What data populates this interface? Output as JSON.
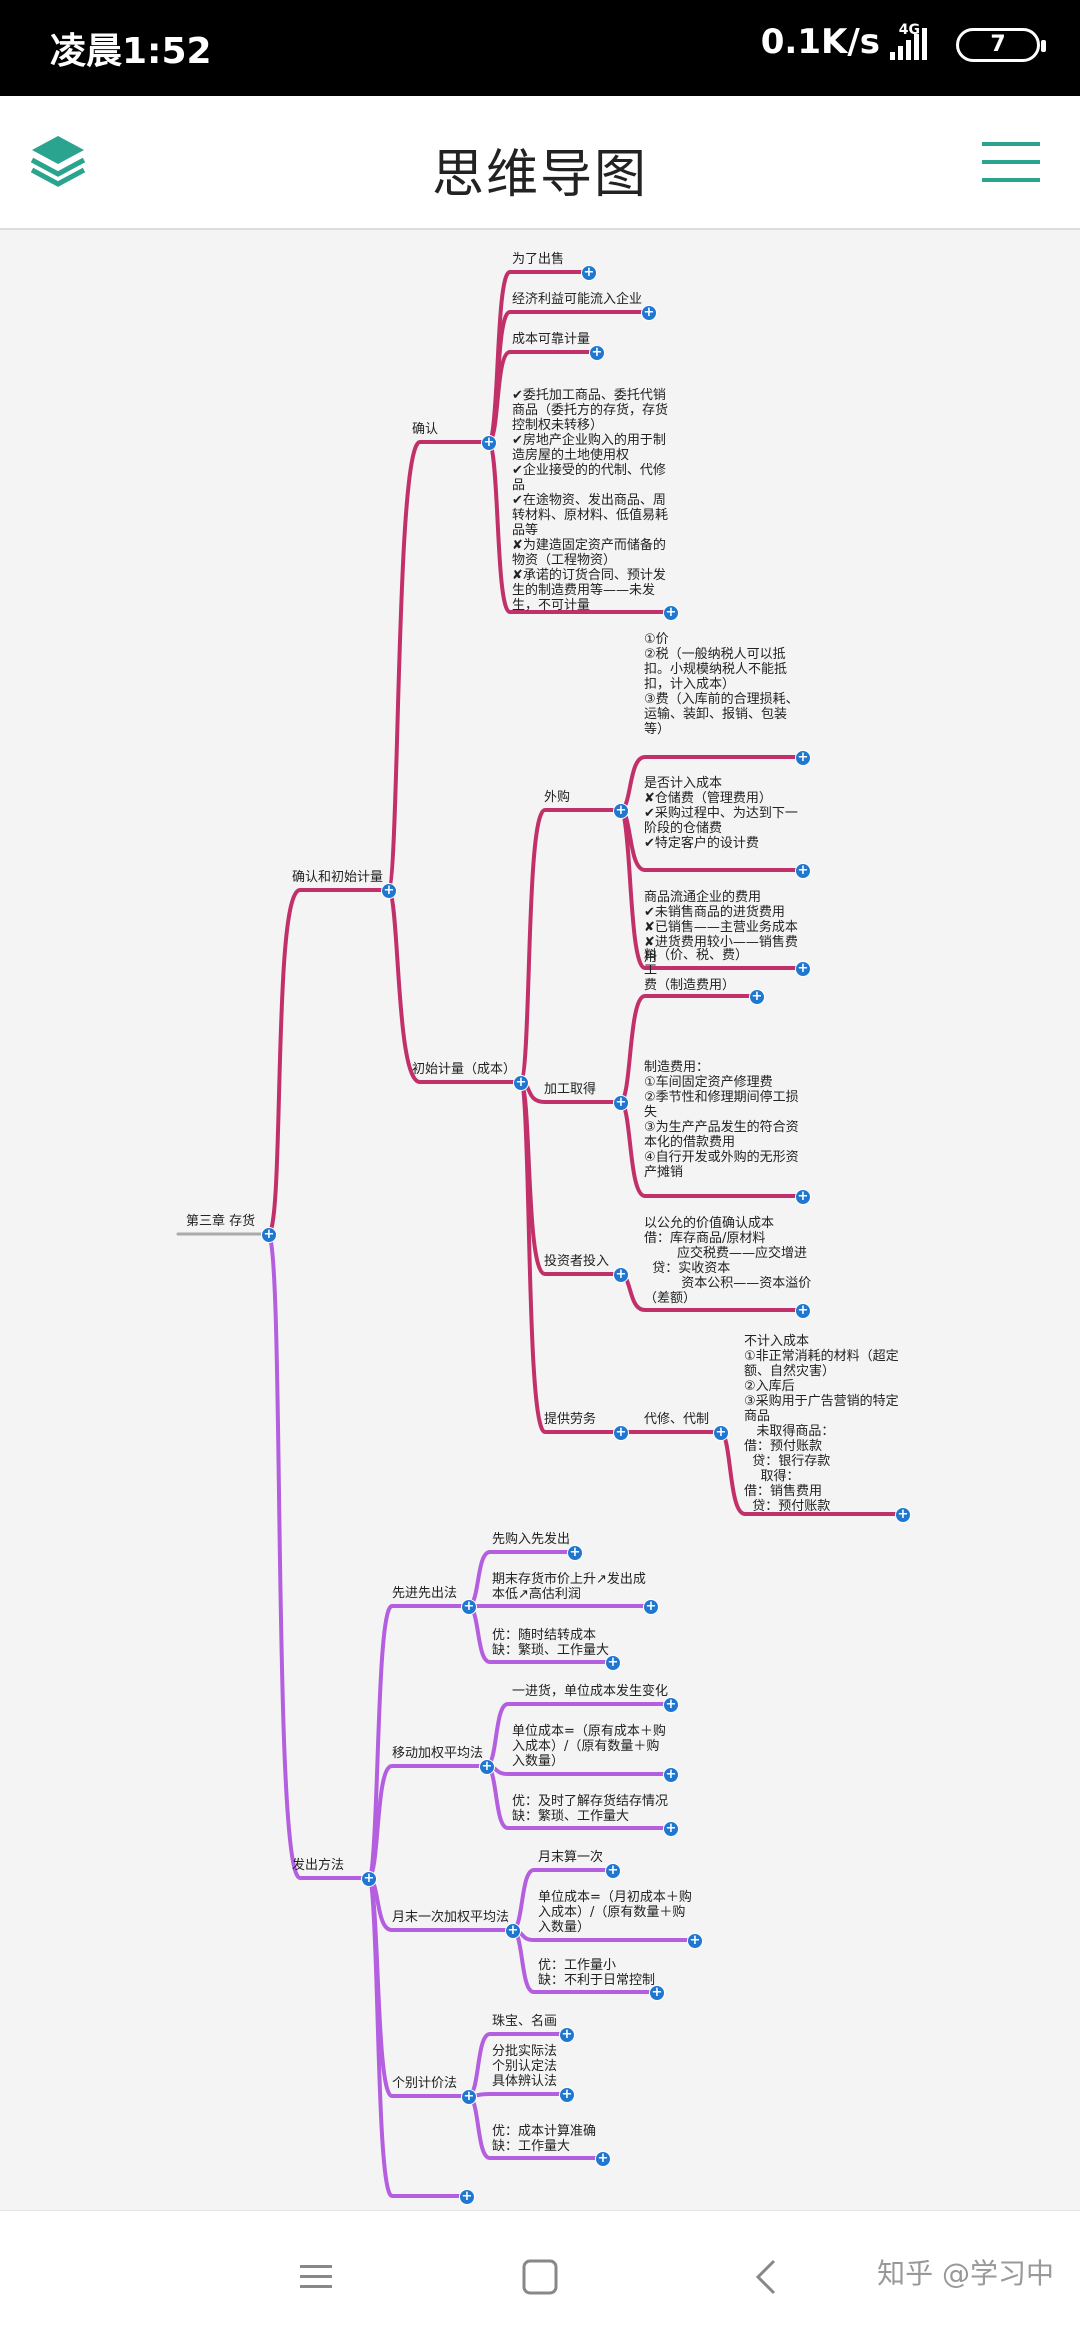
{
  "status_bar": {
    "time": "凌晨1:52",
    "network_speed": "0.1K/s",
    "network_type": "4G",
    "battery": "7"
  },
  "app_bar": {
    "title": "思维导图",
    "menu_icon": "hamburger-menu-icon",
    "logo_icon": "layers-icon"
  },
  "colors": {
    "branch_top": "#c2306a",
    "branch_bottom": "#b45ee0",
    "plus_button": "#1f77d0"
  },
  "mindmap": {
    "root": "第三章 存货",
    "recognize_measure": "确认和初始计量",
    "recognize": "确认",
    "r_sale": "为了出售",
    "r_econ": "经济利益可能流入企业",
    "r_cost": "成本可靠计量",
    "r_detail": "✔委托加工商品、委托代销\n商品（委托方的存货，存货\n控制权未转移）\n✔房地产企业购入的用于制\n造房屋的土地使用权\n✔企业接受的的代制、代修\n品\n✔在途物资、发出商品、周\n转材料、原材料、低值易耗\n品等\n✘为建造固定资产而储备的\n物资（工程物资）\n✘承诺的订货合同、预计发\n生的制造费用等——未发\n生，不可计量",
    "initial": "初始计量（成本）",
    "purchase": "外购",
    "p_price": "①价\n②税（一般纳税人可以抵\n扣。小规模纳税人不能抵\n扣，计入成本）\n③费（入库前的合理损耗、\n运输、装卸、报销、包装\n等）",
    "p_storage": "是否计入成本\n✘仓储费（管理费用）\n✔采购过程中、为达到下一\n阶段的仓储费\n✔特定客户的设计费",
    "p_circ": "商品流通企业的费用\n✔未销售商品的进货费用\n✘已销售——主营业务成本\n✘进货费用较小——销售费\n用",
    "processing": "加工取得",
    "pr_mat": "料（价、税、费）\n工\n费（制造费用）",
    "pr_mfg": "制造费用：\n①车间固定资产修理费\n②季节性和修理期间停工损\n失\n③为生产产品发生的符合资\n本化的借款费用\n④自行开发或外购的无形资\n产摊销",
    "investor": "投资者投入",
    "inv_detail": "以公允的价值确认成本\n借：库存商品/原材料\n        应交税费——应交增进\n  贷：实收资本\n         资本公积——资本溢价\n（差额）",
    "service": "提供劳务",
    "service_sub": "代修、代制",
    "svc_detail": "不计入成本\n①非正常消耗的材料（超定\n额、自然灾害）\n②入库后\n③采购用于广告营销的特定\n商品\n   未取得商品：\n借：预付账款\n  贷：银行存款\n    取得：\n借：销售费用\n  贷：预付账款",
    "issue": "发出方法",
    "fifo": "先进先出法",
    "fifo_1": "先购入先发出",
    "fifo_2": "期末存货市价上升↗发出成\n本低↗高估利润",
    "fifo_3": "优：随时结转成本\n缺：繁琐、工作量大",
    "mov": "移动加权平均法",
    "mov_1": "一进货，单位成本发生变化",
    "mov_2": "单位成本=（原有成本＋购\n入成本）/（原有数量＋购\n入数量）",
    "mov_3": "优：及时了解存货结存情况\n缺：繁琐、工作量大",
    "month": "月末一次加权平均法",
    "mon_1": "月末算一次",
    "mon_2": "单位成本=（月初成本＋购\n入成本）/（原有数量＋购\n入数量）",
    "mon_3": "优：工作量小\n缺：不利于日常控制",
    "spec": "个别计价法",
    "sp_1": "珠宝、名画",
    "sp_2": "分批实际法\n个别认定法\n具体辨认法",
    "sp_3": "优：成本计算准确\n缺：工作量大"
  },
  "nav_bar": {
    "menu_icon": "menu-icon",
    "home_icon": "home-icon",
    "back_icon": "back-icon"
  },
  "watermark": "知乎 @学习中"
}
